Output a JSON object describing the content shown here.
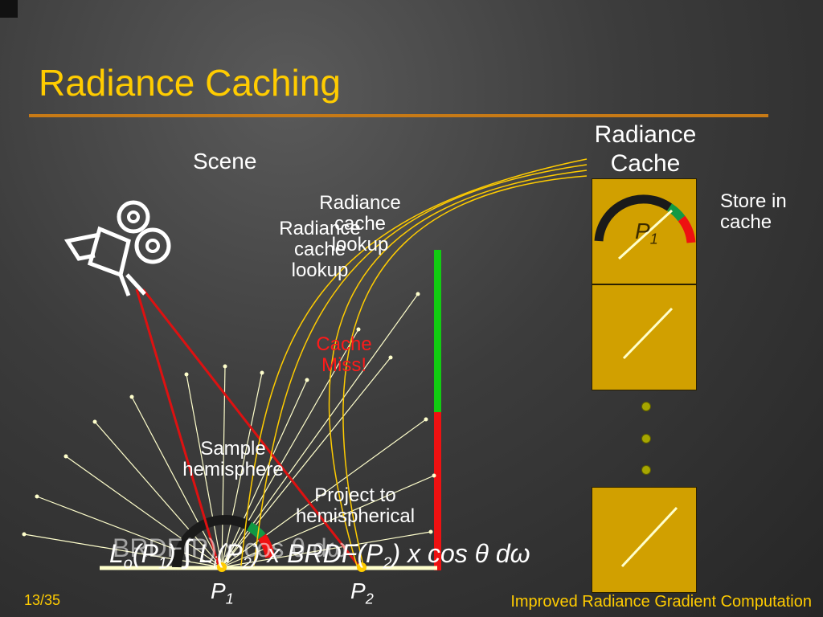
{
  "slide": {
    "title": "Radiance Caching",
    "page_number": "13/35",
    "footer": "Improved Radiance Gradient Computation"
  },
  "labels": {
    "scene": "Scene",
    "radiance_cache_title_line1": "Radiance",
    "radiance_cache_title_line2": "Cache",
    "store_line1": "Store in",
    "store_line2": "cache",
    "lookup_a_line1": "Radiance",
    "lookup_a_line2": "cache",
    "lookup_a_line3": "lookup",
    "lookup_b_line1": "Radiance",
    "lookup_b_line2": "cache",
    "lookup_b_line3": "lookup",
    "miss_line1": "Cache",
    "miss_line2": "Miss!",
    "sample_line1": "Sample",
    "sample_line2": "hemisphere",
    "project_line1": "Project to",
    "project_line2": "hemispherical"
  },
  "points": {
    "p1": {
      "base": "P",
      "sub": "1"
    },
    "p2": {
      "base": "P",
      "sub": "2"
    },
    "cache_p1": {
      "base": "P",
      "sub": "1"
    }
  },
  "formula": {
    "ghost": "BRDF(P) x cos θ dω",
    "lo": "L",
    "lo_sub": "o",
    "p1_arg": "(P",
    "p1_sub": "1",
    "p1_close": ")",
    "li": " L",
    "li_sub": "i",
    "p2_arg": "(P",
    "p2_sub": "2",
    "p2_close": ")",
    "rest": " x BRDF(P",
    "rest_sub": "2",
    "tail": ") x cos θ dω"
  },
  "colors": {
    "accent": "#ffcc00",
    "rule": "#c77a16",
    "ray": "#ffffcc",
    "lookup_arc": "#ffcc00",
    "camera_line": "#dd1111",
    "bar_green": "#11cc11",
    "bar_red": "#ee1111",
    "cache_cell": "#d1a000"
  }
}
